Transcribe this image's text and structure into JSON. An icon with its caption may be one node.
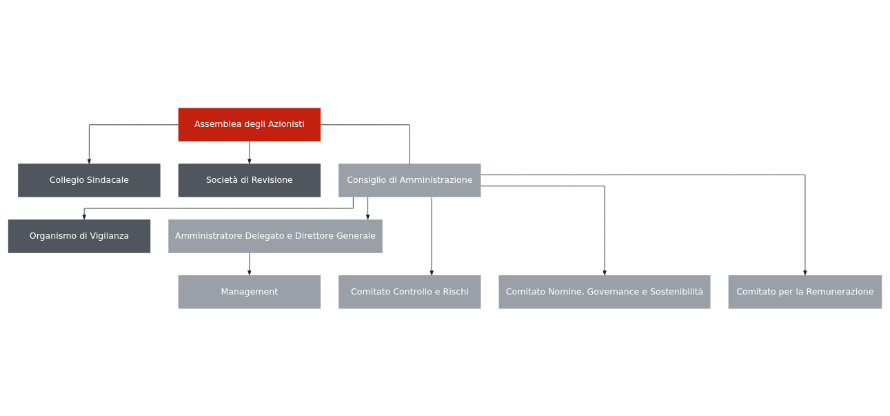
{
  "diagram": {
    "nodes": [
      {
        "text": [
          "Assemblea degli Azionisti"
        ]
      },
      {
        "text": [
          "Collegio Sindacale"
        ]
      },
      {
        "text": [
          "Società di Revisione"
        ]
      },
      {
        "text": [
          "Consiglio di Amministrazione"
        ]
      },
      {
        "text": [
          "Organismo di Vigilanza"
        ]
      },
      {
        "text": [
          "Amministratore Delegato e Direttore Generale"
        ]
      },
      {
        "text": [
          "Comitato Controllo e Rischi"
        ]
      },
      {
        "text": [
          "Comitato Nomine, Governance e Sostenibilità"
        ]
      },
      {
        "text": [
          "Comitato per la Remunerazione"
        ]
      },
      {
        "text": [
          "Management"
        ]
      }
    ],
    "edges": [
      {
        "from": 0,
        "to": 1,
        "arrow": "to"
      },
      {
        "from": 0,
        "to": 2,
        "arrow": "to"
      },
      {
        "from": 0,
        "to": 3,
        "arrow": "none"
      },
      {
        "from": 3,
        "to": 4,
        "arrow": "to"
      },
      {
        "from": 3,
        "to": 5,
        "arrow": "to"
      },
      {
        "from": 3,
        "to": 6,
        "arrow": "to"
      },
      {
        "from": 3,
        "to": 7,
        "arrow": "to"
      },
      {
        "from": 3,
        "to": 8,
        "arrow": "to"
      },
      {
        "from": 5,
        "to": 9,
        "arrow": "to"
      }
    ]
  }
}
